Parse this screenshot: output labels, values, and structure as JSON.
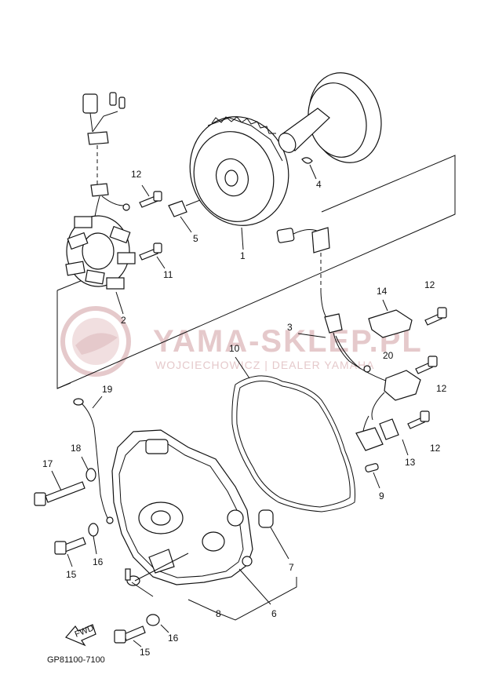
{
  "watermark": {
    "title": "YAMA-SKLEP.PL",
    "subtitle": "WOJCIECHOWICZ | DEALER YAMAHA",
    "color": "#e5c9cb"
  },
  "diagram_code": "GP81100-7100",
  "fwd_label": "FWD",
  "callouts": {
    "c1": "1",
    "c2": "2",
    "c3": "3",
    "c4": "4",
    "c5": "5",
    "c7": "7",
    "c6": "6",
    "c8": "8",
    "c9": "9",
    "c10": "10",
    "c11": "11",
    "c12a": "12",
    "c12b": "12",
    "c12c": "12",
    "c12d": "12",
    "c13": "13",
    "c14": "14",
    "c15a": "15",
    "c15b": "15",
    "c16a": "16",
    "c16b": "16",
    "c17": "17",
    "c18": "18",
    "c19": "19",
    "c20": "20"
  }
}
